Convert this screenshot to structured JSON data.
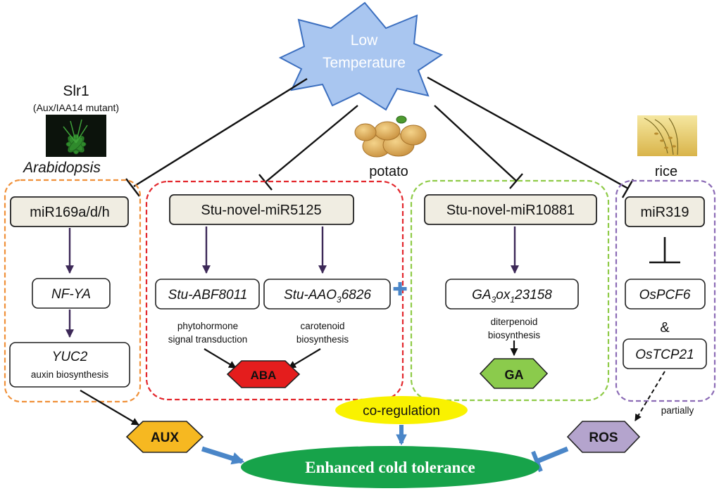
{
  "stimulus": {
    "line1": "Low",
    "line2": "Temperature"
  },
  "species": {
    "arabidopsis_title": "Slr1",
    "arabidopsis_subtitle": "(Aux/IAA14 mutant)",
    "arabidopsis_name": "Arabidopsis",
    "potato_name": "potato",
    "rice_name": "rice"
  },
  "arabidopsis_module": {
    "mirna": "miR169a/d/h",
    "target": "NF-YA",
    "gene": "YUC2",
    "gene_note": "auxin biosynthesis"
  },
  "aba_module": {
    "mirna": "Stu-novel-miR5125",
    "gene1": "Stu-ABF8011",
    "gene1_note_line1": "phytohormone",
    "gene1_note_line2": "signal transduction",
    "gene2_prefix": "Stu-AAO",
    "gene2_sub": "3",
    "gene2_suffix": "6826",
    "gene2_note_line1": "carotenoid",
    "gene2_note_line2": "biosynthesis",
    "hormone": "ABA"
  },
  "ga_module": {
    "mirna": "Stu-novel-miR10881",
    "gene_p1": "GA",
    "gene_sub1": "3",
    "gene_p2": "ox",
    "gene_sub2": "1",
    "gene_p3": "23158",
    "gene_note_line1": "diterpenoid",
    "gene_note_line2": "biosynthesis",
    "hormone": "GA"
  },
  "rice_module": {
    "mirna": "miR319",
    "gene1": "OsPCF6",
    "connector": "&",
    "gene2": "OsTCP21",
    "partial_note": "partially"
  },
  "outputs": {
    "aux": "AUX",
    "ros": "ROS",
    "coregulation": "co-regulation",
    "result": "Enhanced cold tolerance"
  },
  "plus_symbol": "✚",
  "colors": {
    "star_fill": "#a9c6f0",
    "star_stroke": "#3c6fbf",
    "box_fill": "#f0ede2",
    "orange_dash": "#f0913a",
    "red_dash": "#e3272d",
    "green_dash": "#8fcb48",
    "purple_dash": "#8c6cb6",
    "aba_fill": "#e41d1d",
    "ga_fill": "#8bcb4c",
    "aux_fill": "#f6b821",
    "ros_fill": "#b4a4cd",
    "coreg_fill": "#f9f200",
    "result_fill": "#17a34a",
    "blue_arrow": "#4a86c8",
    "purple_arrow": "#3c2857"
  }
}
